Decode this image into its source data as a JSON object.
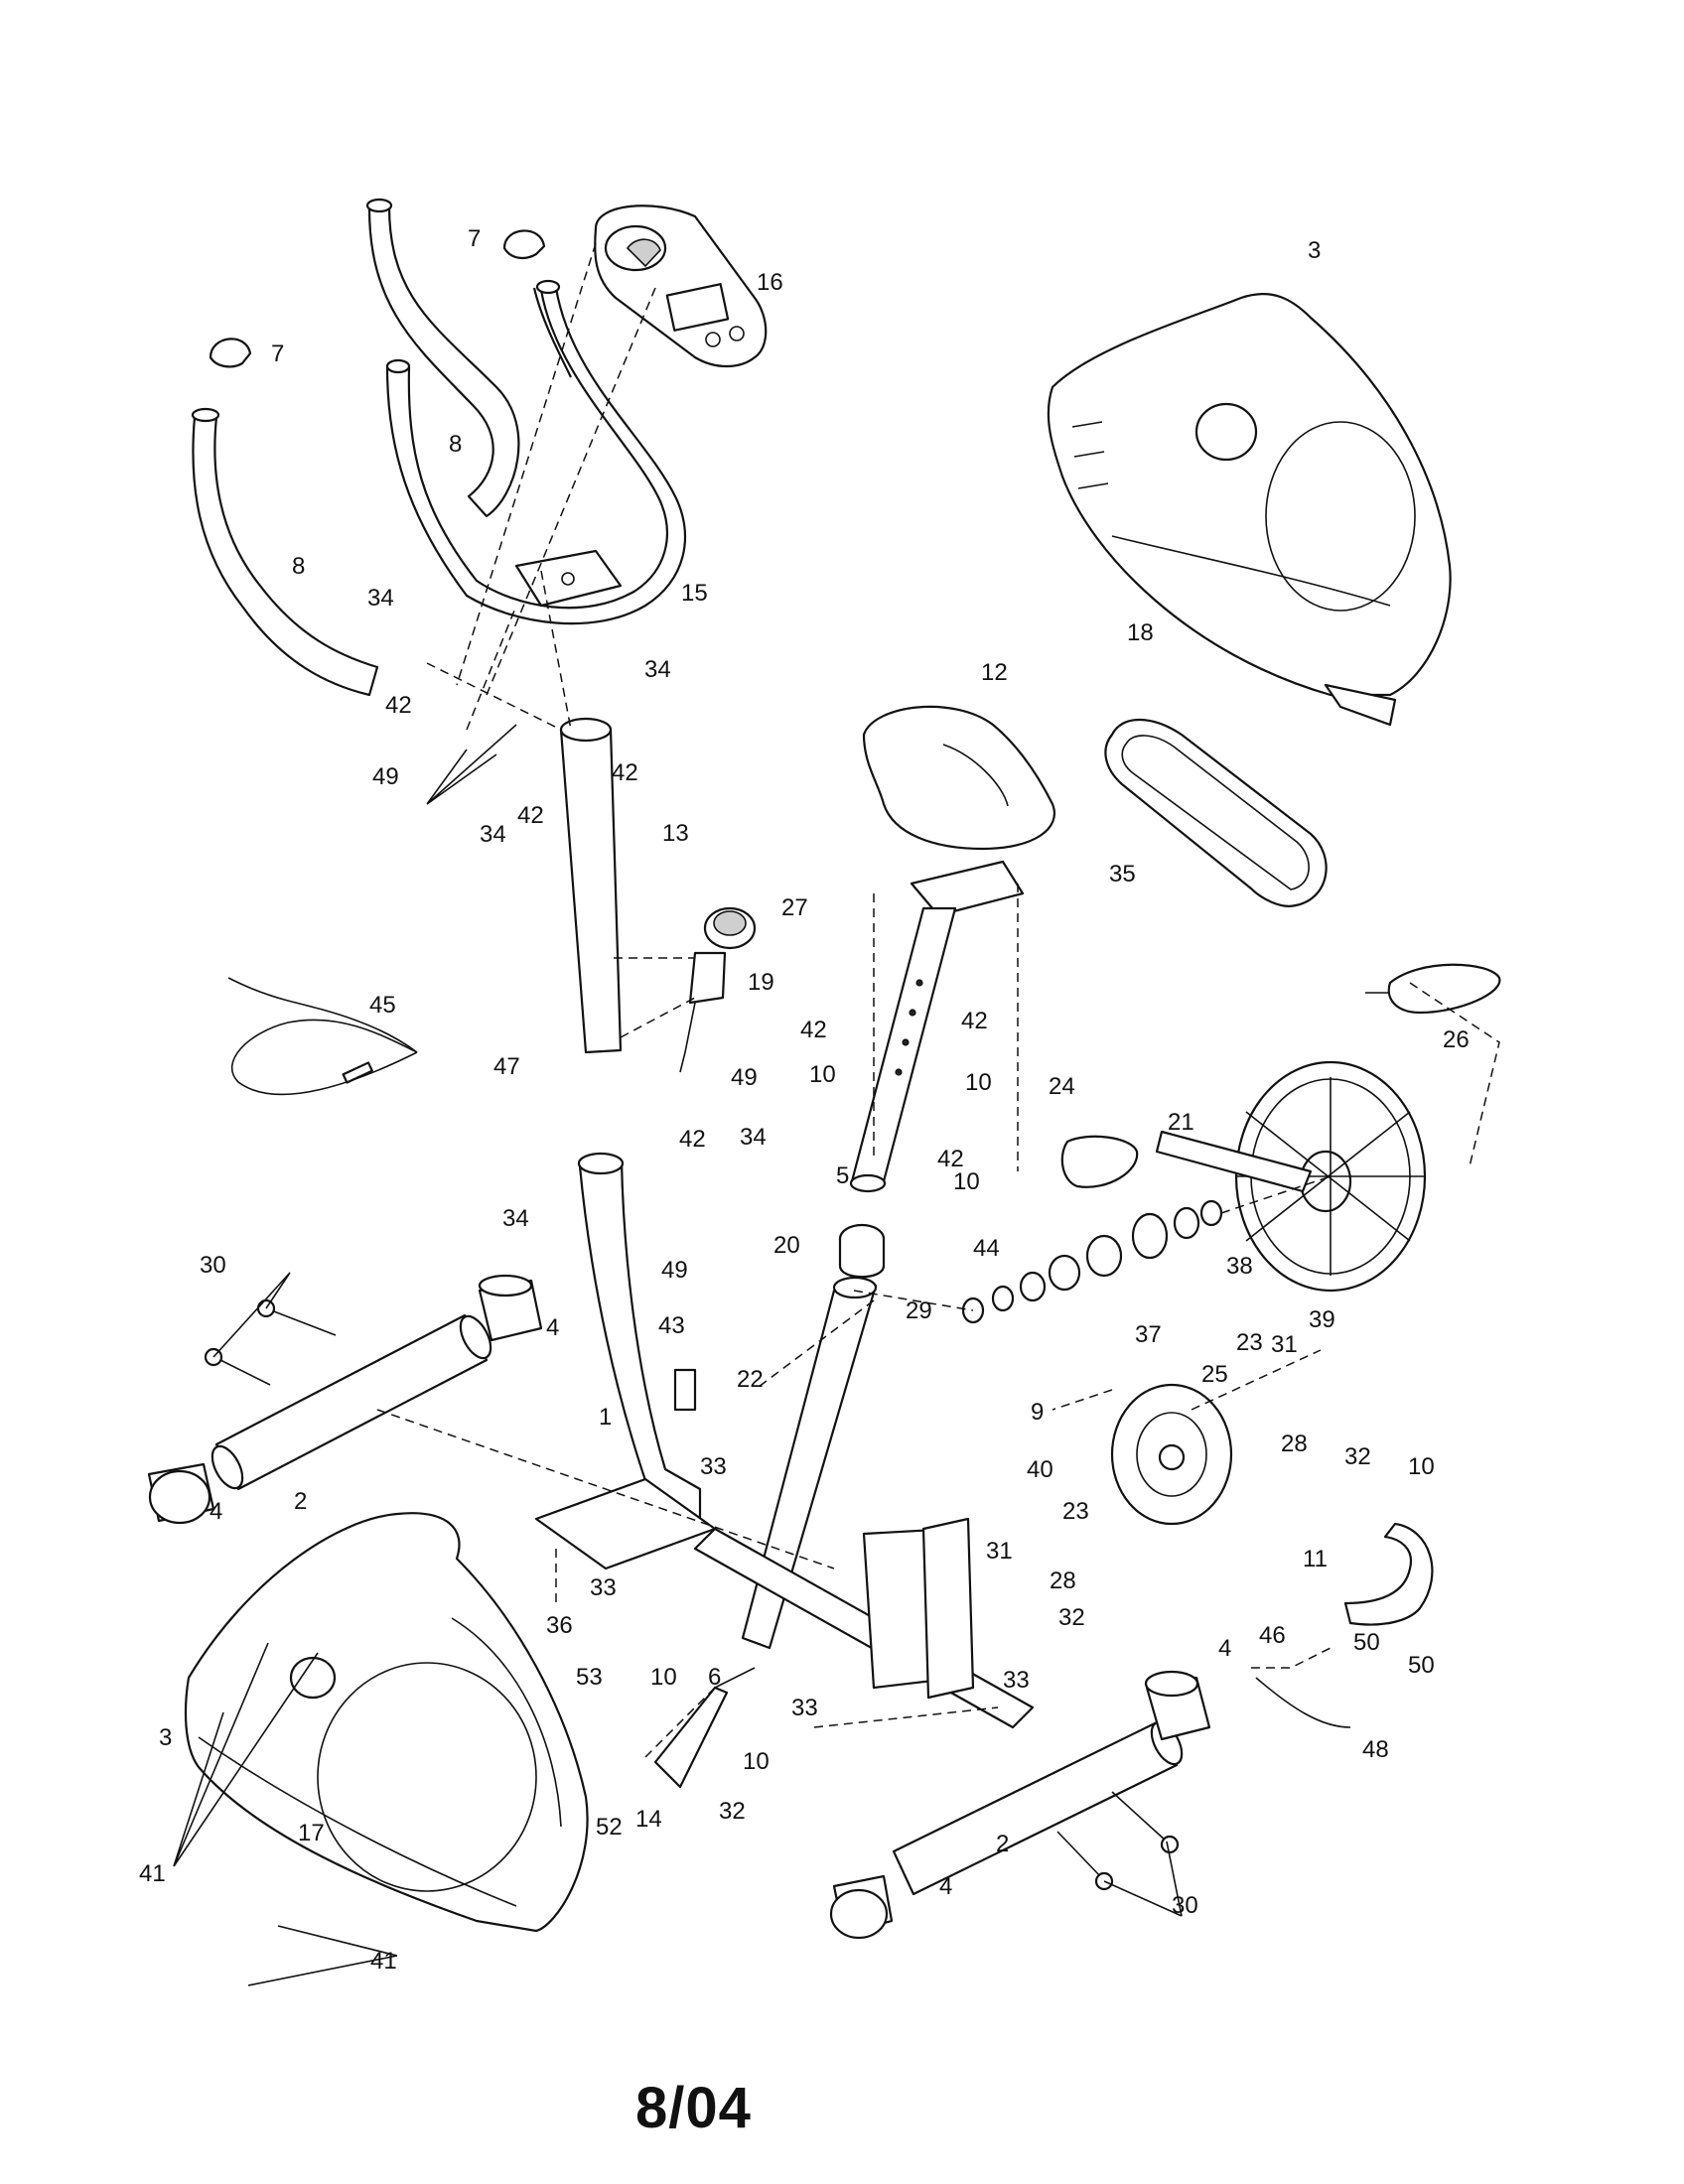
{
  "footer": {
    "date_code": "8/04"
  },
  "callouts": {
    "c1": "1",
    "c2a": "2",
    "c2b": "2",
    "c3a": "3",
    "c3b": "3",
    "c4a": "4",
    "c4b": "4",
    "c4c": "4",
    "c4d": "4",
    "c5": "5",
    "c6": "6",
    "c7a": "7",
    "c7b": "7",
    "c8a": "8",
    "c8b": "8",
    "c9": "9",
    "c10a": "10",
    "c10b": "10",
    "c10c": "10",
    "c10d": "10",
    "c10e": "10",
    "c10f": "10",
    "c11": "11",
    "c12": "12",
    "c13": "13",
    "c14": "14",
    "c15": "15",
    "c16": "16",
    "c17": "17",
    "c18": "18",
    "c19": "19",
    "c20": "20",
    "c21": "21",
    "c22": "22",
    "c23a": "23",
    "c23b": "23",
    "c24": "24",
    "c25": "25",
    "c26": "26",
    "c27": "27",
    "c28a": "28",
    "c28b": "28",
    "c29": "29",
    "c30a": "30",
    "c30b": "30",
    "c31a": "31",
    "c31b": "31",
    "c32a": "32",
    "c32b": "32",
    "c32c": "32",
    "c33a": "33",
    "c33b": "33",
    "c33c": "33",
    "c33d": "33",
    "c34a": "34",
    "c34b": "34",
    "c34c": "34",
    "c34d": "34",
    "c34e": "34",
    "c35": "35",
    "c36": "36",
    "c37": "37",
    "c38": "38",
    "c39": "39",
    "c40": "40",
    "c41a": "41",
    "c41b": "41",
    "c42a": "42",
    "c42b": "42",
    "c42c": "42",
    "c42d": "42",
    "c42e": "42",
    "c42f": "42",
    "c42g": "42",
    "c43": "43",
    "c44": "44",
    "c45": "45",
    "c46": "46",
    "c47": "47",
    "c48": "48",
    "c49a": "49",
    "c49b": "49",
    "c49c": "49",
    "c50a": "50",
    "c50b": "50",
    "c52": "52",
    "c53": "53"
  }
}
